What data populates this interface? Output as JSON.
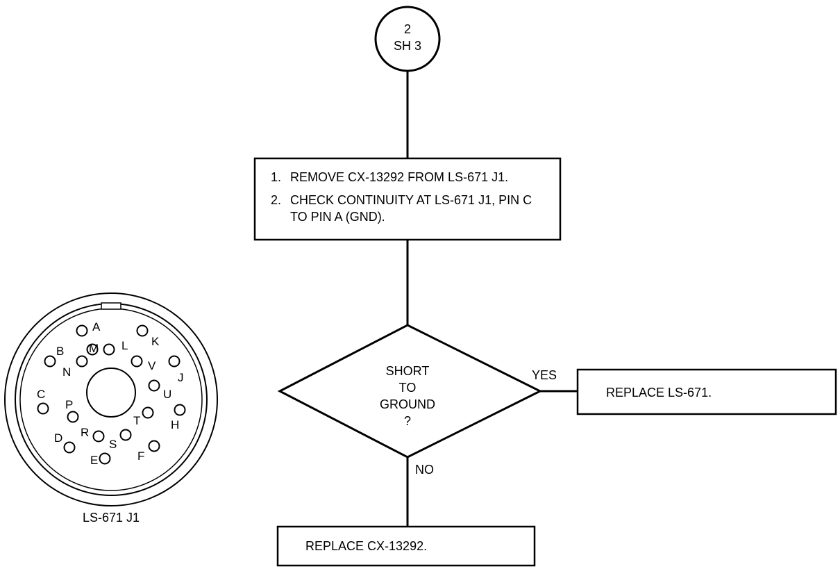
{
  "connector_ref": {
    "line1": "2",
    "line2": "SH 3"
  },
  "instruction_box": {
    "step1_num": "1.",
    "step1_text": "REMOVE CX-13292 FROM LS-671 J1.",
    "step2_num": "2.",
    "step2_line1": "CHECK CONTINUITY AT LS-671 J1, PIN C",
    "step2_line2": "TO PIN A (GND)."
  },
  "decision": {
    "line1": "SHORT",
    "line2": "TO",
    "line3": "GROUND",
    "line4": "?",
    "yes_label": "YES",
    "no_label": "NO"
  },
  "yes_action": "REPLACE LS-671.",
  "no_action": "REPLACE CX-13292.",
  "connector_diagram": {
    "caption": "LS-671 J1",
    "pins": {
      "A": "A",
      "B": "B",
      "C": "C",
      "D": "D",
      "E": "E",
      "F": "F",
      "H": "H",
      "J": "J",
      "K": "K",
      "L": "L",
      "M": "M",
      "N": "N",
      "P": "P",
      "R": "R",
      "S": "S",
      "T": "T",
      "U": "U",
      "V": "V"
    }
  }
}
